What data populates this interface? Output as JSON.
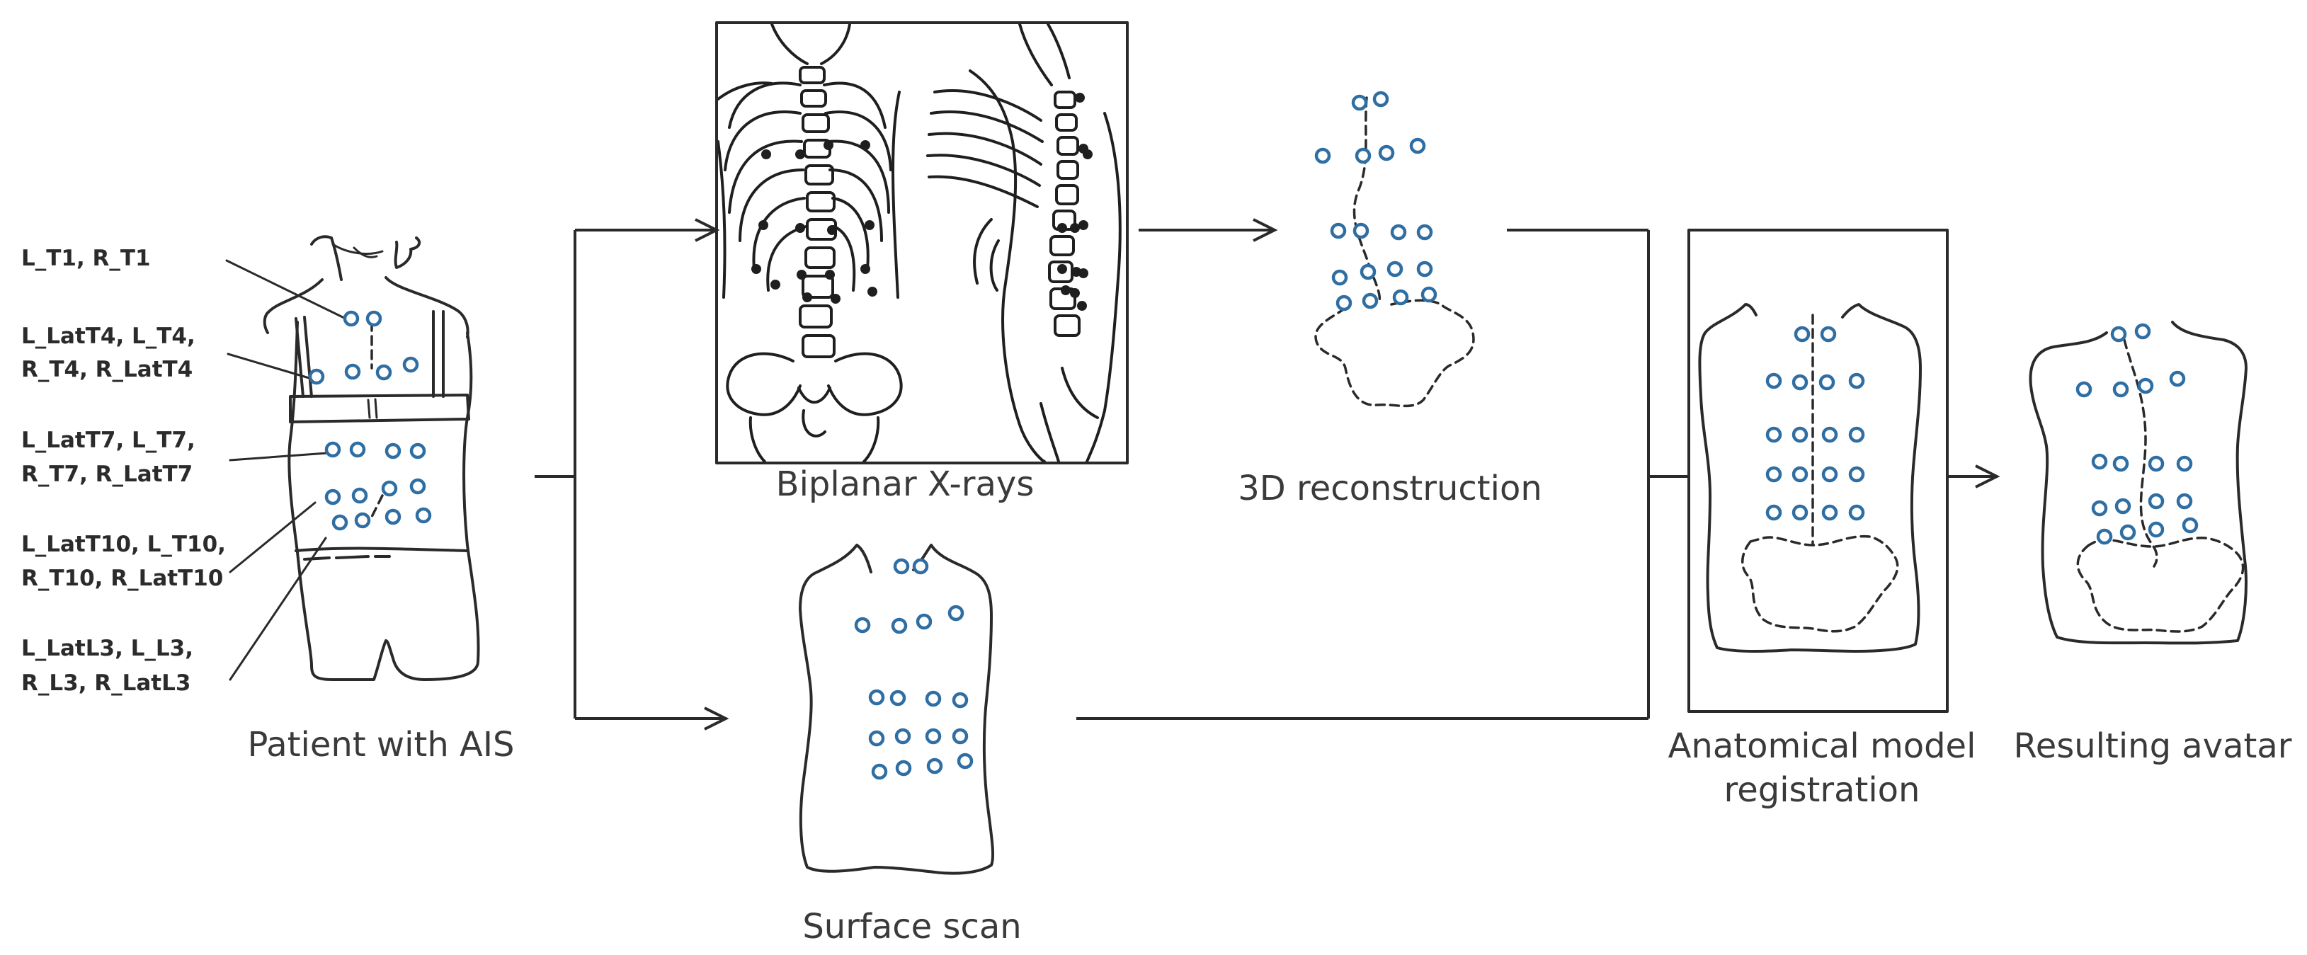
{
  "colors": {
    "marker": "#2f6ea3",
    "ink": "#2a2a2a",
    "background": "#ffffff"
  },
  "captions": {
    "patient": "Patient with AIS",
    "xrays": "Biplanar X-rays",
    "reconstruction": "3D reconstruction",
    "surface_scan": "Surface scan",
    "registration_line1": "Anatomical model",
    "registration_line2": "registration",
    "avatar": "Resulting avatar"
  },
  "landmark_labels": [
    {
      "line1": "L_T1, R_T1",
      "line2": ""
    },
    {
      "line1": "L_LatT4, L_T4,",
      "line2": "R_T4, R_LatT4"
    },
    {
      "line1": "L_LatT7, L_T7,",
      "line2": "R_T7, R_LatT7"
    },
    {
      "line1": "L_LatT10, L_T10,",
      "line2": "R_T10, R_LatT10"
    },
    {
      "line1": "L_LatL3, L_L3,",
      "line2": "R_L3, R_LatL3"
    }
  ],
  "icons": {
    "patient": "patient-back-icon",
    "xray": "biplanar-xray-icon",
    "arrow": "arrow-right-icon"
  }
}
